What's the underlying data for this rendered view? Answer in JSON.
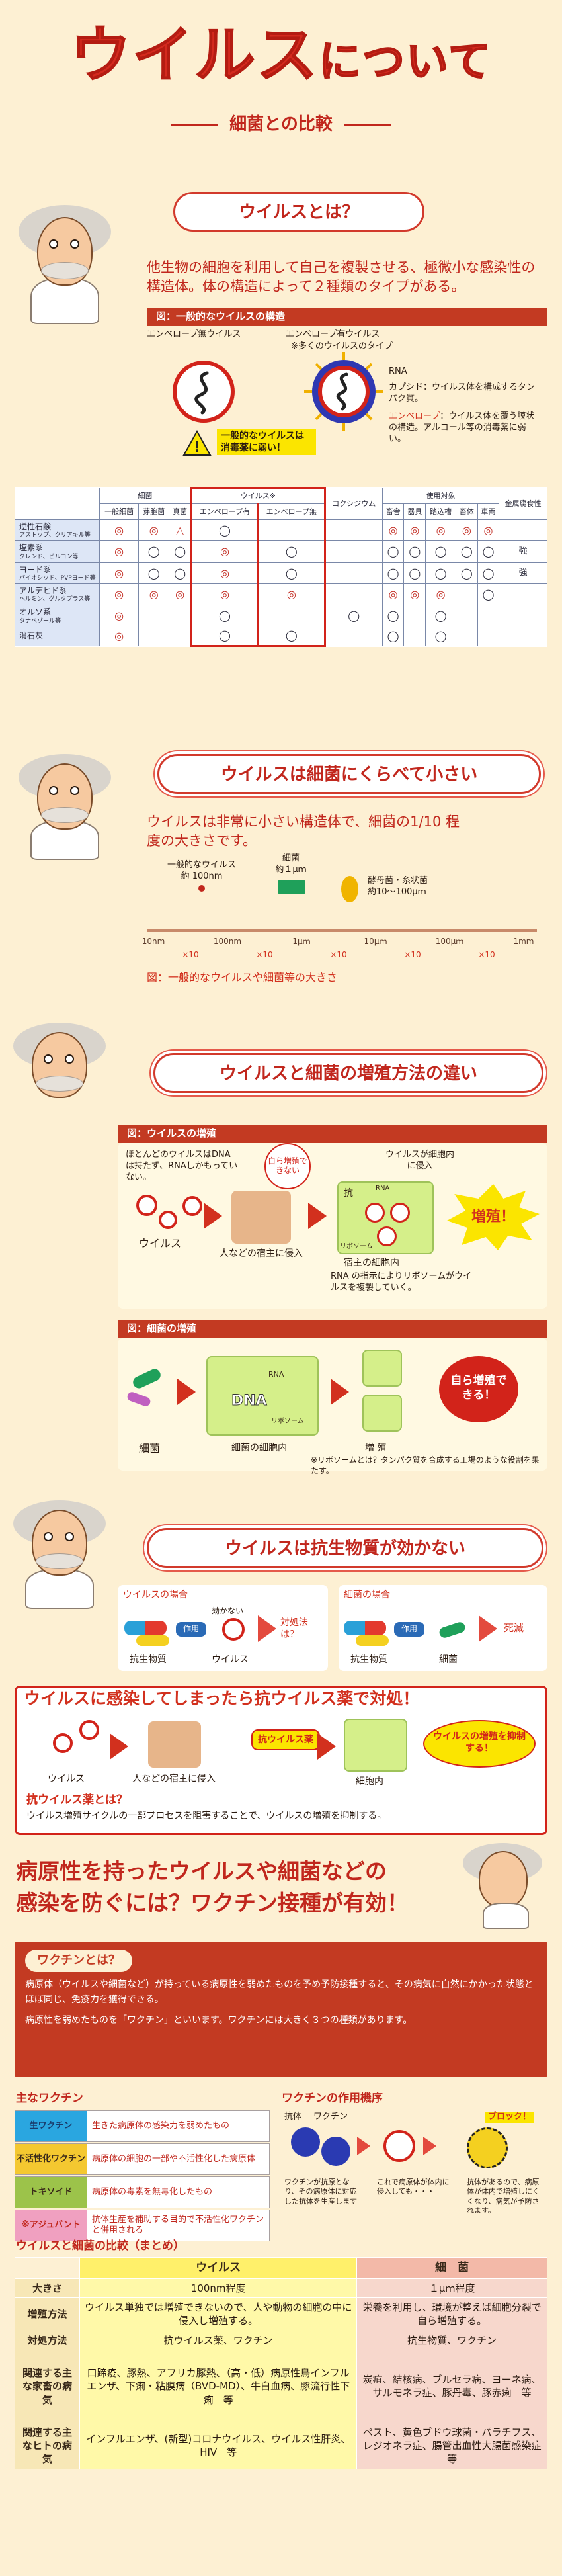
{
  "header": {
    "title_main": "ウイルス",
    "title_suffix": "について",
    "subtitle": "細菌との比較"
  },
  "s1": {
    "bubble": "ウイルスとは？",
    "lead": "他生物の細胞を利用して自己を複製させる、極微小な感染性の構造体。体の構造によって２種類のタイプがある。",
    "fig_title": "図：一般的なウイルスの構造",
    "nonenv_label": "エンベロープ無ウイルス",
    "env_label": "エンベロープ有ウイルス",
    "env_sub": "※多くのウイルスのタイプ",
    "rna": "RNA",
    "capsid": "カプシド：ウイルス体を構成するタンパク質。",
    "envelope_key": "エンベロープ",
    "envelope_desc": "：ウイルス体を覆う膜状の構造。アルコール等の消毒薬に弱い。",
    "warning": "一般的なウイルスは消毒薬に弱い！"
  },
  "vtable": {
    "h_bacteria": "細菌",
    "h_virus": "ウイルス※",
    "h_cochsi": "コクシジウム",
    "h_use": "使用対象",
    "h_metal": "金属腐食性",
    "sub": [
      "一般細菌",
      "芽胞菌",
      "真菌",
      "エンベロープ有",
      "エンベロープ無",
      "コクシジウム",
      "畜舎",
      "器具",
      "踏込槽",
      "畜体",
      "車両",
      "金属腐食性"
    ],
    "rows": [
      {
        "name": "逆性石鹸",
        "sub": "アストップ、クリアキル等",
        "cells": [
          "◎",
          "◎",
          "△",
          "◯",
          "",
          "",
          "◎",
          "◎",
          "◎",
          "◎",
          "◎",
          ""
        ]
      },
      {
        "name": "塩素系",
        "sub": "クレンド、ビルコン等",
        "cells": [
          "◎",
          "◯",
          "◯",
          "◎",
          "◯",
          "",
          "◯",
          "◯",
          "◯",
          "◯",
          "◯",
          "強"
        ]
      },
      {
        "name": "ヨード系",
        "sub": "バイオシッド、PVPヨード等",
        "cells": [
          "◎",
          "◯",
          "◯",
          "◎",
          "◯",
          "",
          "◯",
          "◯",
          "◯",
          "◯",
          "◯",
          "強"
        ]
      },
      {
        "name": "アルデヒド系",
        "sub": "ヘルミン、グルタプラス等",
        "cells": [
          "◎",
          "◎",
          "◎",
          "◎",
          "◎",
          "",
          "◎",
          "◎",
          "◎",
          "",
          "◯",
          ""
        ]
      },
      {
        "name": "オルソ系",
        "sub": "タナベゾール等",
        "cells": [
          "◎",
          "",
          "",
          "◯",
          "",
          "◯",
          "◯",
          "",
          "◯",
          "",
          "",
          ""
        ]
      },
      {
        "name": "消石灰",
        "sub": "",
        "cells": [
          "◎",
          "",
          "",
          "◯",
          "◯",
          "",
          "◯",
          "",
          "◯",
          "",
          "",
          ""
        ]
      }
    ]
  },
  "s2": {
    "bubble": "ウイルスは細菌にくらべて小さい",
    "lead": "ウイルスは非常に小さい構造体で、細菌の1/10 程度の大きさです。",
    "virus_lbl": "一般的なウイルス",
    "virus_size": "約 100nm",
    "bact_lbl": "細菌",
    "bact_size": "約１μｍ",
    "yeast_lbl": "酵母菌・糸状菌",
    "yeast_size": "約10～100μｍ",
    "ticks": [
      "10nm",
      "100nm",
      "1μｍ",
      "10μｍ",
      "100μｍ",
      "1mm"
    ],
    "mult": [
      "×",
      "×",
      "×",
      "×",
      "×"
    ],
    "mult10": "10",
    "fig_caption": "図：一般的なウイルスや細菌等の大きさ"
  },
  "s3": {
    "bubble": "ウイルスと細菌の増殖方法の違い",
    "fig_virus": "図：ウイルスの増殖",
    "virus_note": "ほとんどのウイルスはDNA は持たず、RNAしかもっていない。",
    "cannot": "自ら増殖できない",
    "invade": "ウイルスが細胞内に侵入",
    "virus": "ウイルス",
    "host": "人などの宿主に侵入",
    "host_cell": "宿主の細胞内",
    "rna_note": "RNA の指示によりリボソームがウイルスを複製していく。",
    "anti": "抗",
    "rna": "RNA",
    "ribosome": "リボソーム",
    "increase": "増殖！",
    "fig_bacteria": "図：細菌の増殖",
    "bacteria": "細菌",
    "bact_cell": "細菌の細胞内",
    "dna": "DNA",
    "split": "増 殖",
    "self": "自ら増殖できる！",
    "ribo_note": "※リボソームとは？タンパク質を合成する工場のような役割を果たす。"
  },
  "s4": {
    "bubble": "ウイルスは抗生物質が効かない",
    "virus_case": "ウイルスの場合",
    "bact_case": "細菌の場合",
    "no_effect": "効かない",
    "action": "作用",
    "antibiotic": "抗生物質",
    "virus": "ウイルス",
    "result_v": "対処法は？",
    "bacteria": "細菌",
    "dead": "死滅",
    "antiviral_title": "ウイルスに感染してしまったら抗ウイルス薬で対処！",
    "virus2": "ウイルス",
    "host": "人などの宿主に侵入",
    "med": "抗ウイルス薬",
    "host_cell": "細胞内",
    "suppress": "ウイルスの増殖を抑制する！",
    "what_title": "抗ウイルス薬とは？",
    "what_body": "ウイルス増殖サイクルの一部プロセスを阻害することで、ウイルスの増殖を抑制する。"
  },
  "vaccine": {
    "title_l1": "病原性を持ったウイルスや細菌などの",
    "title_l2": "感染を防ぐには？ワクチン接種が有効！",
    "card_title": "ワクチンとは？",
    "card_p1": "病原体（ウイルスや細菌など）が持っている病原性を弱めたものを予め予防接種すると、その病気に自然にかかった状態とほぼ同じ、免疫力を獲得できる。",
    "card_p2": "病原性を弱めたものを「ワクチン」といいます。ワクチンには大きく３つの種類があります。",
    "main_title": "主なワクチン",
    "types": [
      {
        "k": "生ワクチン",
        "v": "生きた病原体の感染力を弱めたもの"
      },
      {
        "k": "不活性化ワクチン",
        "v": "病原体の細胞の一部や不活性化した病原体"
      },
      {
        "k": "トキソイド",
        "v": "病原体の毒素を無毒化したもの"
      },
      {
        "k": "※アジュバント",
        "v": "抗体生産を補助する目的で不活性化ワクチンと併用される"
      }
    ],
    "mech_title": "ワクチンの作用機序",
    "antibody": "抗体",
    "vaccine": "ワクチン",
    "block": "ブロック！",
    "m1": "ワクチンが抗原となり、その病原体に対応した抗体を生産します",
    "m2": "これで病原体が体内に侵入しても・・・",
    "m3": "抗体があるので、病原体が体内で増殖しにくくなり、病気が予防されます。"
  },
  "summary": {
    "title": "ウイルスと細菌の比較（まとめ）",
    "col_v": "ウイルス",
    "col_b": "細　菌",
    "rows": [
      {
        "h": "大きさ",
        "v": "100nm程度",
        "b": "１μｍ程度"
      },
      {
        "h": "増殖方法",
        "v": "ウイルス単独では増殖できないので、人や動物の細胞の中に侵入し増殖する。",
        "b": "栄養を利用し、環境が整えば細胞分裂で自ら増殖する。"
      },
      {
        "h": "対処方法",
        "v": "抗ウイルス薬、ワクチン",
        "b": "抗生物質、ワクチン"
      },
      {
        "h": "関連する主な家畜の病気",
        "v": "口蹄疫、豚熱、アフリカ豚熱、（高・低）病原性鳥インフルエンザ、下痢・粘膜病（BVD-MD）、牛白血病、豚流行性下痢　等",
        "b": "炭疽、結核病、ブルセラ病、ヨーネ病、サルモネラ症、豚丹毒、豚赤痢　等"
      },
      {
        "h": "関連する主なヒトの病気",
        "v": "インフルエンザ、(新型)コロナウイルス、ウイルス性肝炎、HIV　等",
        "b": "ペスト、黄色ブドウ球菌・パラチフス、レジオネラ症、腸管出血性大腸菌感染症　等"
      }
    ]
  },
  "colors": {
    "accent": "#c1271d",
    "bg": "#fdf0d3",
    "fig": "#c33a22"
  }
}
